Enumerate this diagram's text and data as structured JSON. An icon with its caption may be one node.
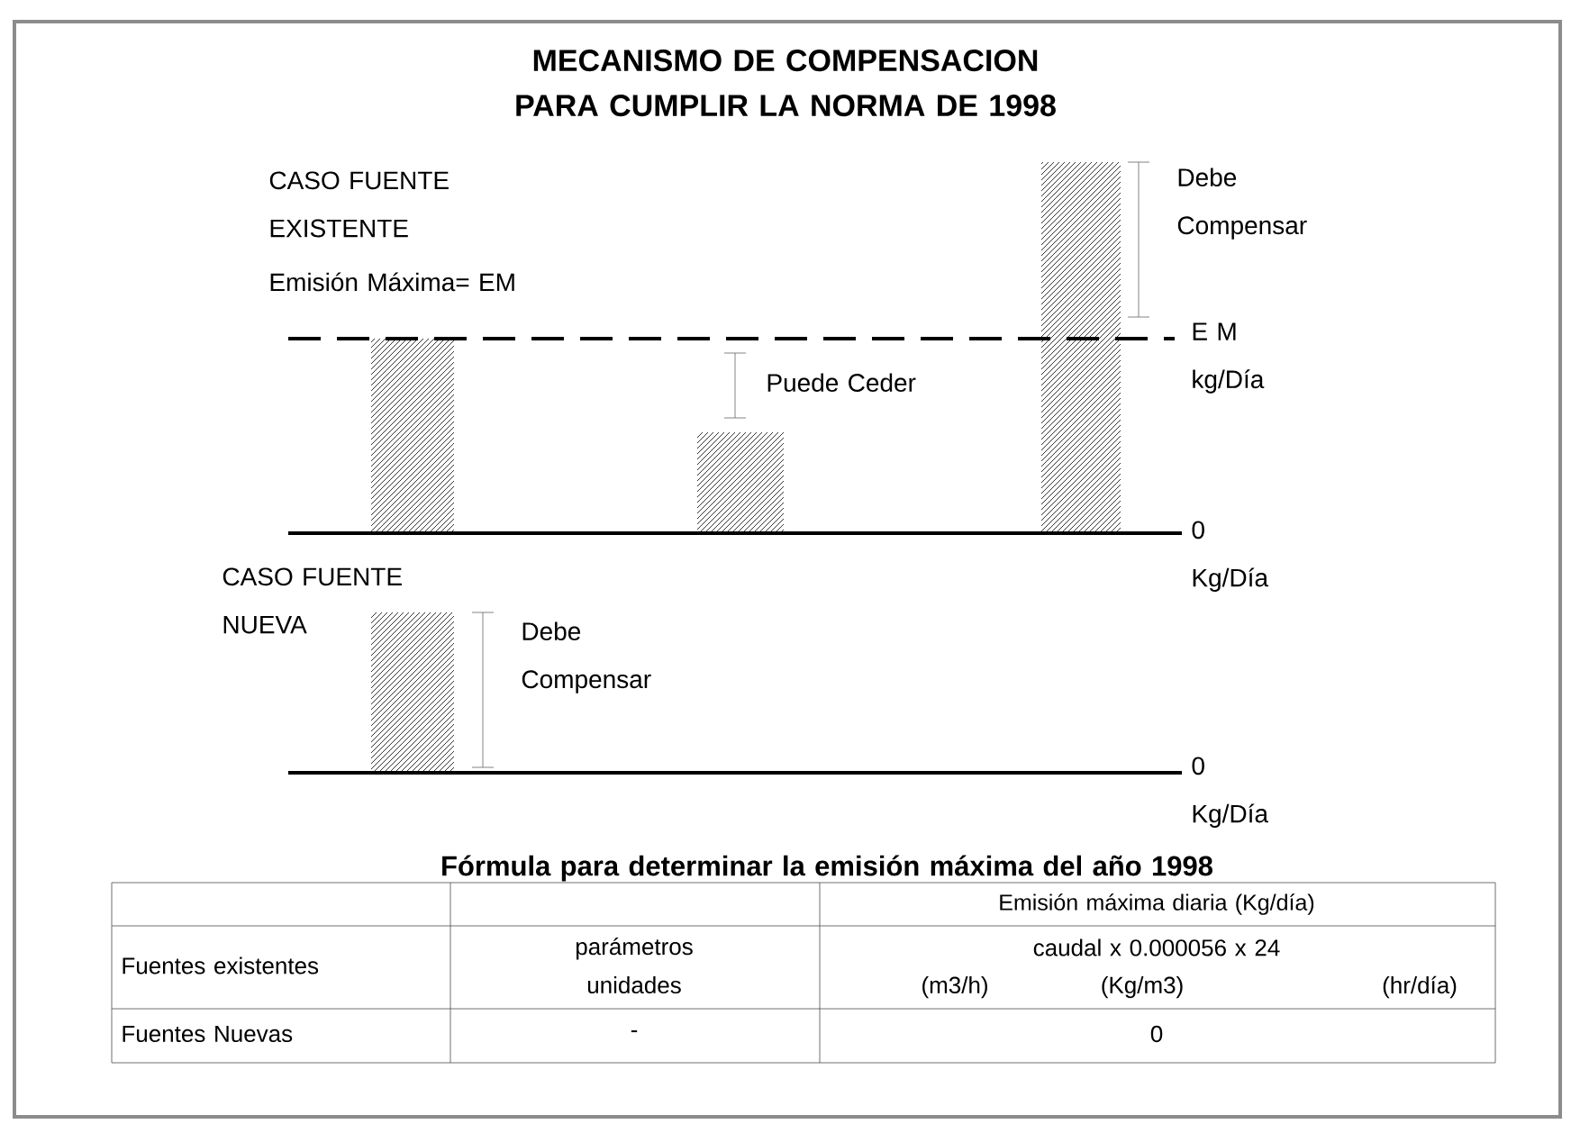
{
  "diagram": {
    "title": "MECANISMO DE COMPENSACION PARA CUMPLIR LA NORMA DE 1998",
    "labels": [
      "CASO FUENTE EXISTENTE",
      "Emisión Máxima= EM",
      "Debe Compensar",
      "E M kg/Día",
      "Puede Ceder",
      "0 Kg/Día",
      "CASO FUENTE NUEVA",
      "Debe Compensar",
      "0 Kg/Día",
      "Fórmula para determinar la emisión máxima del año 1998",
      "Emisión máxima diaria (Kg/día)",
      "Fuentes existentes",
      "parámetros unidades",
      "caudal x 0.000056 x 24",
      "(m3/h)",
      "(Kg/m3)",
      "(hr/día)",
      "Fuentes Nuevas",
      "-",
      "0"
    ]
  }
}
